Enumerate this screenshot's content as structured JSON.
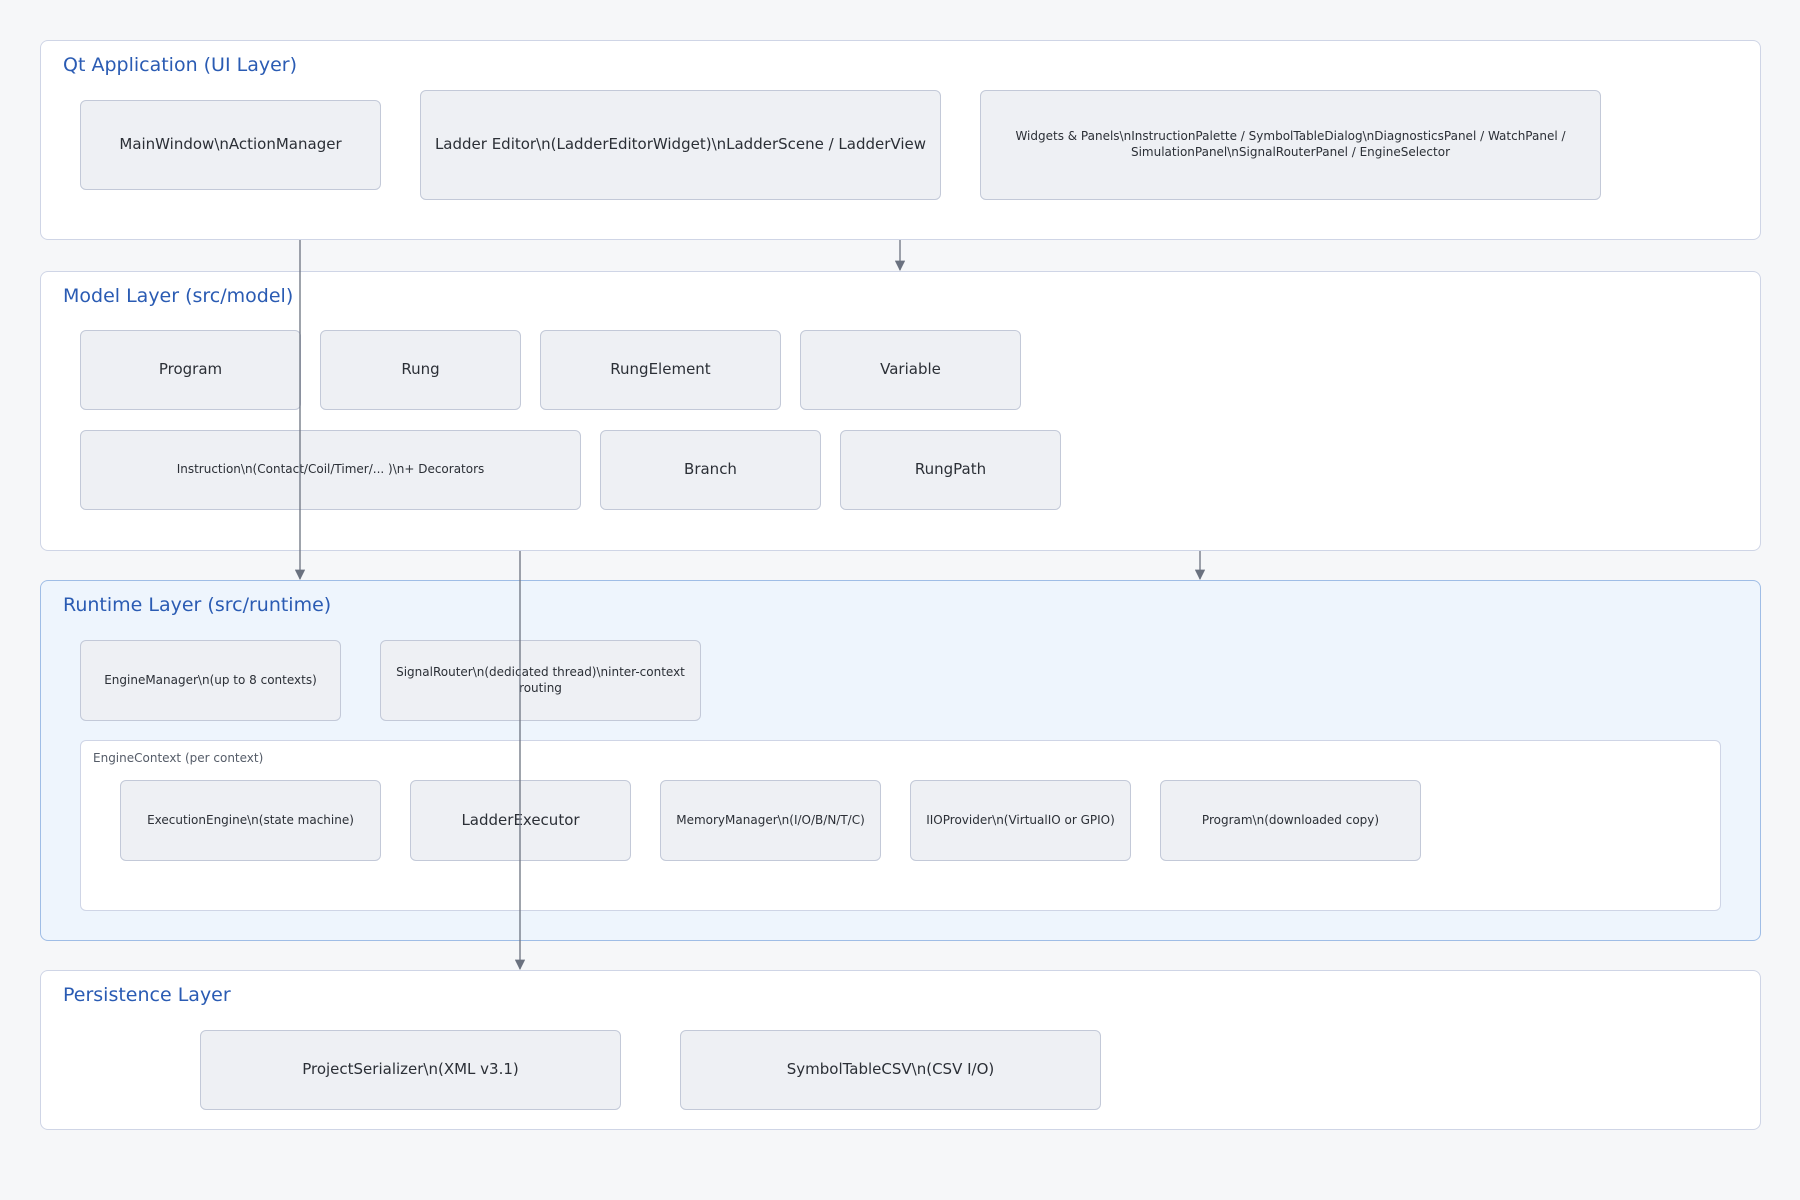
{
  "layers": {
    "ui": {
      "title": "Qt Application (UI Layer)",
      "nodes": {
        "main_window": "MainWindow\\nActionManager",
        "ladder_editor": "Ladder Editor\\n(LadderEditorWidget)\\nLadderScene / LadderView",
        "widgets_panels": "Widgets & Panels\\nInstructionPalette / SymbolTableDialog\\nDiagnosticsPanel / WatchPanel / SimulationPanel\\nSignalRouterPanel / EngineSelector"
      }
    },
    "model": {
      "title": "Model Layer (src/model)",
      "nodes": {
        "program": "Program",
        "rung": "Rung",
        "rung_element": "RungElement",
        "variable": "Variable",
        "instruction": "Instruction\\n(Contact/Coil/Timer/... )\\n+ Decorators",
        "branch": "Branch",
        "rung_path": "RungPath"
      }
    },
    "runtime": {
      "title": "Runtime Layer (src/runtime)",
      "nodes": {
        "engine_manager": "EngineManager\\n(up to 8 contexts)",
        "signal_router": "SignalRouter\\n(dedicated thread)\\ninter-context routing"
      },
      "engine_context": {
        "label": "EngineContext (per context)",
        "nodes": {
          "execution_engine": "ExecutionEngine\\n(state machine)",
          "ladder_executor": "LadderExecutor",
          "memory_manager": "MemoryManager\\n(I/O/B/N/T/C)",
          "io_provider": "IIOProvider\\n(VirtualIO or GPIO)",
          "program_copy": "Program\\n(downloaded copy)"
        }
      }
    },
    "persistence": {
      "title": "Persistence Layer",
      "nodes": {
        "project_serializer": "ProjectSerializer\\n(XML v3.1)",
        "symbol_table_csv": "SymbolTableCSV\\n(CSV I/O)"
      }
    }
  },
  "colors": {
    "layer_title": "#2a5bb3",
    "node_fill": "#eef0f4",
    "node_border": "#c3c9d8",
    "runtime_fill": "#eef5fd",
    "edge": "#6b7280"
  }
}
